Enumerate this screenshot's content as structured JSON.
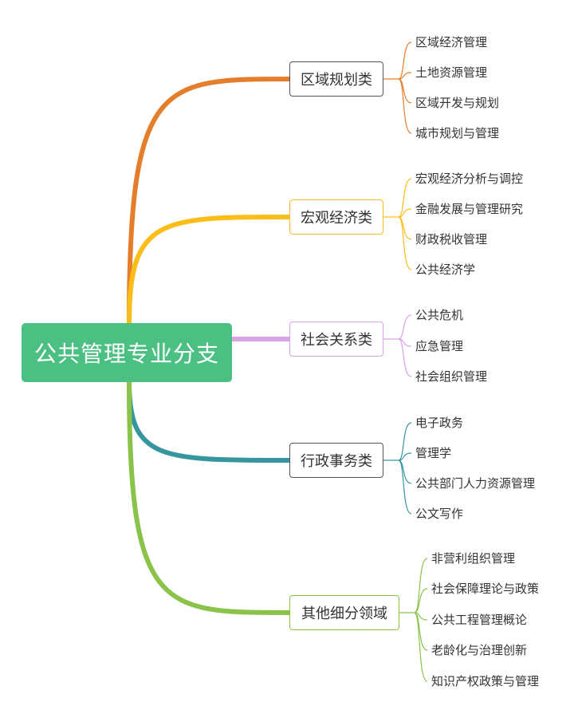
{
  "root": "公共管理专业分支",
  "categories": [
    {
      "label": "区域规划类",
      "color": "#e57e2a",
      "leaves": [
        "区域经济管理",
        "土地资源管理",
        "区域开发与规划",
        "城市规划与管理"
      ]
    },
    {
      "label": "宏观经济类",
      "color": "#fbbd18",
      "leaves": [
        "宏观经济分析与调控",
        "金融发展与管理研究",
        "财政税收管理",
        "公共经济学"
      ]
    },
    {
      "label": "社会关系类",
      "color": "#d8a4e6",
      "leaves": [
        "公共危机",
        "应急管理",
        "社会组织管理"
      ]
    },
    {
      "label": "行政事务类",
      "color": "#36969e",
      "leaves": [
        "电子政务",
        "管理学",
        "公共部门人力资源管理",
        "公文写作"
      ]
    },
    {
      "label": "其他细分领域",
      "color": "#8bc34a",
      "leaves": [
        "非营利组织管理",
        "社会保障理论与政策",
        "公共工程管理概论",
        "老龄化与治理创新",
        "知识产权政策与管理"
      ]
    }
  ]
}
